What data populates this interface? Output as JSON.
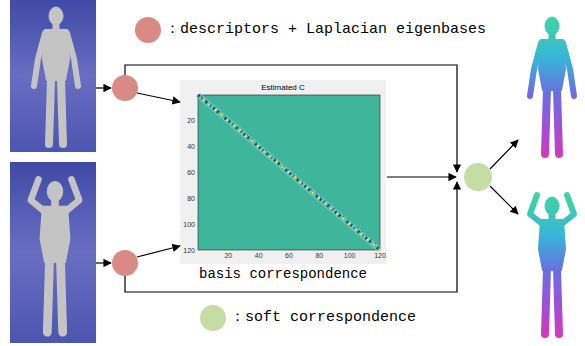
{
  "diagram": {
    "nodes": [
      {
        "text": [
          "Estimated C",
          "basis correspondence"
        ]
      }
    ],
    "labels": [
      "20",
      "40",
      "60",
      "80",
      "100",
      "120",
      "20",
      "40",
      "60",
      "80",
      "100",
      "120"
    ],
    "legend": [
      {
        "text": "：descriptors + Laplacian eigenbases",
        "color": "#d98a85"
      },
      {
        "text": "：soft correspondence",
        "color": "#c5dca5"
      }
    ]
  }
}
